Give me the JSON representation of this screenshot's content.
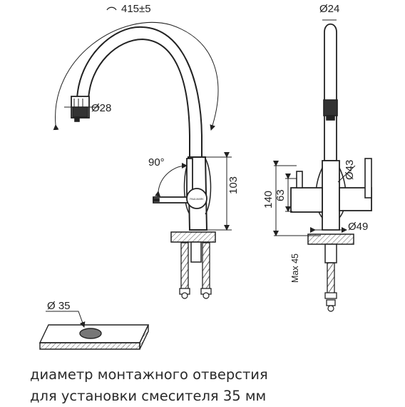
{
  "labels": {
    "spout_reach": "415±5",
    "spout_diameter": "Ø24",
    "aerator_diameter": "Ø28",
    "rotation_angle": "90°",
    "body_height_103": "103",
    "height_140": "140",
    "height_63": "63",
    "body_diameter_43": "Ø43",
    "base_diameter_49": "Ø49",
    "max_thickness": "Max 45",
    "hole_diameter": "Ø 35",
    "brand": "PAULMARK"
  },
  "caption": {
    "line1": "диаметр монтажного отверстия",
    "line2": "для установки смесителя 35 мм"
  }
}
